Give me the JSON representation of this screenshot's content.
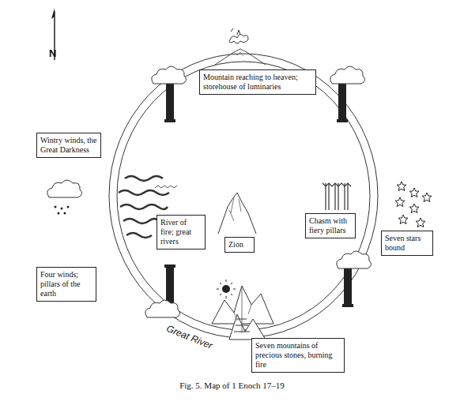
{
  "diagram": {
    "caption": "Fig. 5. Map of 1 Enoch 17–19",
    "nodes": [
      {
        "text": [
          "Mountain reaching to heaven; storehouse of luminaries"
        ]
      },
      {
        "text": [
          "Wintry winds, the Great Darkness"
        ]
      },
      {
        "text": [
          "River of fire; great rivers"
        ]
      },
      {
        "text": [
          "Zion"
        ]
      },
      {
        "text": [
          "Chasm with fiery pillars"
        ]
      },
      {
        "text": [
          "Seven stars bound"
        ]
      },
      {
        "text": [
          "Four winds; pillars of the earth"
        ]
      },
      {
        "text": [
          "Seven mountains of precious stones, burning fire"
        ]
      }
    ],
    "labels": [
      "N",
      "Great River"
    ]
  }
}
